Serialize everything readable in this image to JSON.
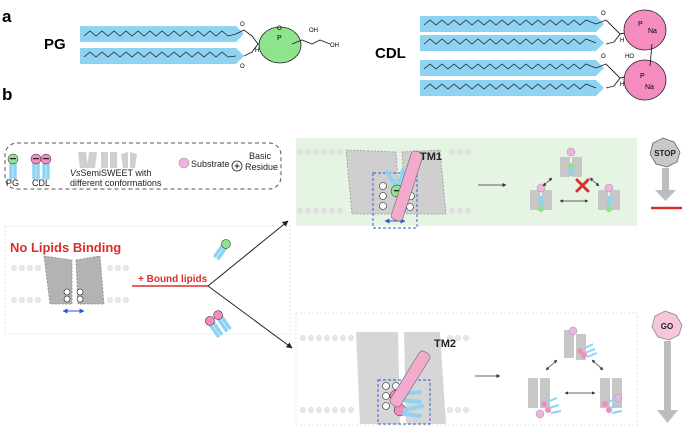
{
  "panels": {
    "a": "a",
    "b": "b"
  },
  "molecules": {
    "pg": {
      "name": "PG",
      "oh_top": "OH",
      "oh_right": "OH",
      "h": "H",
      "p": "P",
      "o": "O"
    },
    "cdl": {
      "name": "CDL",
      "na": "Na",
      "ho": "HO",
      "h": "H",
      "p": "P",
      "o": "O"
    }
  },
  "legend": {
    "pg": "PG",
    "cdl": "CDL",
    "semisweet_prefix": "Vs",
    "semisweet_rest": "SemiSWEET with",
    "semisweet_line2": "different conformations",
    "substrate": "Substrate",
    "basic_line1": "Basic",
    "basic_line2": "Residue"
  },
  "no_lipids_title": "No Lipids Binding",
  "bound_lipids_label": "+ Bound lipids",
  "top_panel": {
    "tm_label": "TM1",
    "sign": "STOP"
  },
  "bottom_panel": {
    "tm_label": "TM2",
    "sign": "GO"
  },
  "colors": {
    "tail_blue": "#8fd3f2",
    "pg_head": "#8ee48a",
    "cdl_head": "#f48cc0",
    "substrate": "#f0b3e0",
    "red_text": "#d9302b",
    "top_panel_bg": "#e5f4e3",
    "protein_gray": "#cfcfcf",
    "arrow_gray": "#bdbdbd",
    "stop_red": "#d9302b"
  }
}
